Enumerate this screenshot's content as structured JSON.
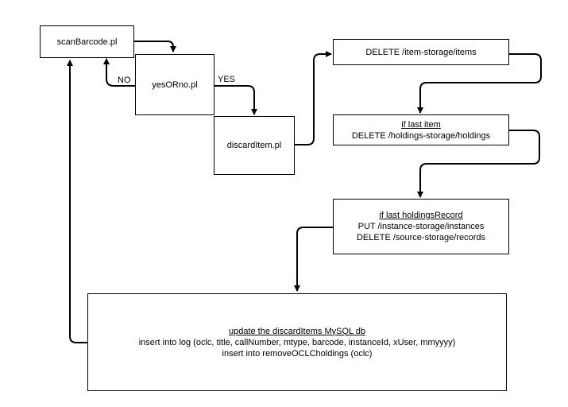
{
  "nodes": {
    "scan_barcode": {
      "label": "scanBarcode.pl"
    },
    "yes_or_no": {
      "label": "yesORno.pl"
    },
    "discard_item": {
      "label": "discardItem.pl"
    },
    "delete_items": {
      "label": "DELETE /item-storage/items"
    },
    "delete_holdings": {
      "condition": "if last item",
      "label": "DELETE /holdings-storage/holdings"
    },
    "instances_records": {
      "condition": "if last holdingsRecord",
      "line1": "PUT /instance-storage/instances",
      "line2": "DELETE /source-storage/records"
    },
    "update_db": {
      "heading": "update the discardItems MySQL db",
      "line1": "insert into log (oclc, title, callNumber, mtype, barcode, instanceId, xUser, mmyyyy)",
      "line2": "insert into removeOCLCholdings (oclc)"
    }
  },
  "edge_labels": {
    "no": "NO",
    "yes": "YES"
  }
}
